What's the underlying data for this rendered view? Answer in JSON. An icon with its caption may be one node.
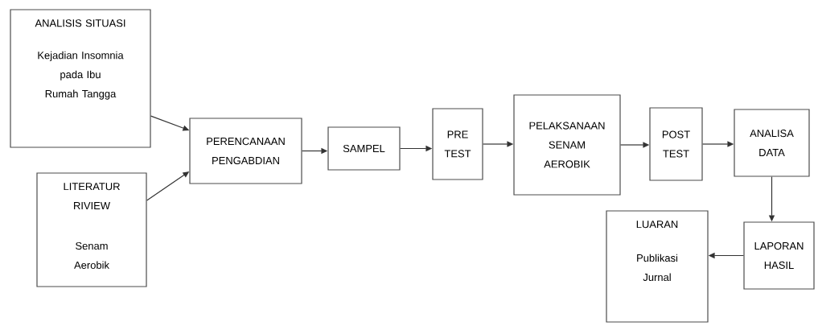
{
  "diagram": {
    "nodes": [
      {
        "text": [
          "ANALISIS SITUASI",
          "Kejadian Insomnia pada Ibu Rumah Tangga"
        ]
      },
      {
        "text": [
          "LITERATUR RIVIEW",
          "Senam Aerobik"
        ]
      },
      {
        "text": [
          "PERENCANAAN PENGABDIAN"
        ]
      },
      {
        "text": [
          "SAMPEL"
        ]
      },
      {
        "text": [
          "PRE TEST"
        ]
      },
      {
        "text": [
          "PELAKSANAAN SENAM AEROBIK"
        ]
      },
      {
        "text": [
          "POST TEST"
        ]
      },
      {
        "text": [
          "ANALISA DATA"
        ]
      },
      {
        "text": [
          "LAPORAN HASIL"
        ]
      },
      {
        "text": [
          "LUARAN",
          "Publikasi Jurnal"
        ]
      }
    ],
    "edges": [
      {
        "from": 0,
        "to": 2,
        "arrow": "to"
      },
      {
        "from": 1,
        "to": 2,
        "arrow": "to"
      },
      {
        "from": 2,
        "to": 3,
        "arrow": "to"
      },
      {
        "from": 3,
        "to": 4,
        "arrow": "to"
      },
      {
        "from": 4,
        "to": 5,
        "arrow": "to"
      },
      {
        "from": 5,
        "to": 6,
        "arrow": "to"
      },
      {
        "from": 6,
        "to": 7,
        "arrow": "to"
      },
      {
        "from": 7,
        "to": 8,
        "arrow": "to"
      },
      {
        "from": 8,
        "to": 9,
        "arrow": "to"
      }
    ]
  }
}
